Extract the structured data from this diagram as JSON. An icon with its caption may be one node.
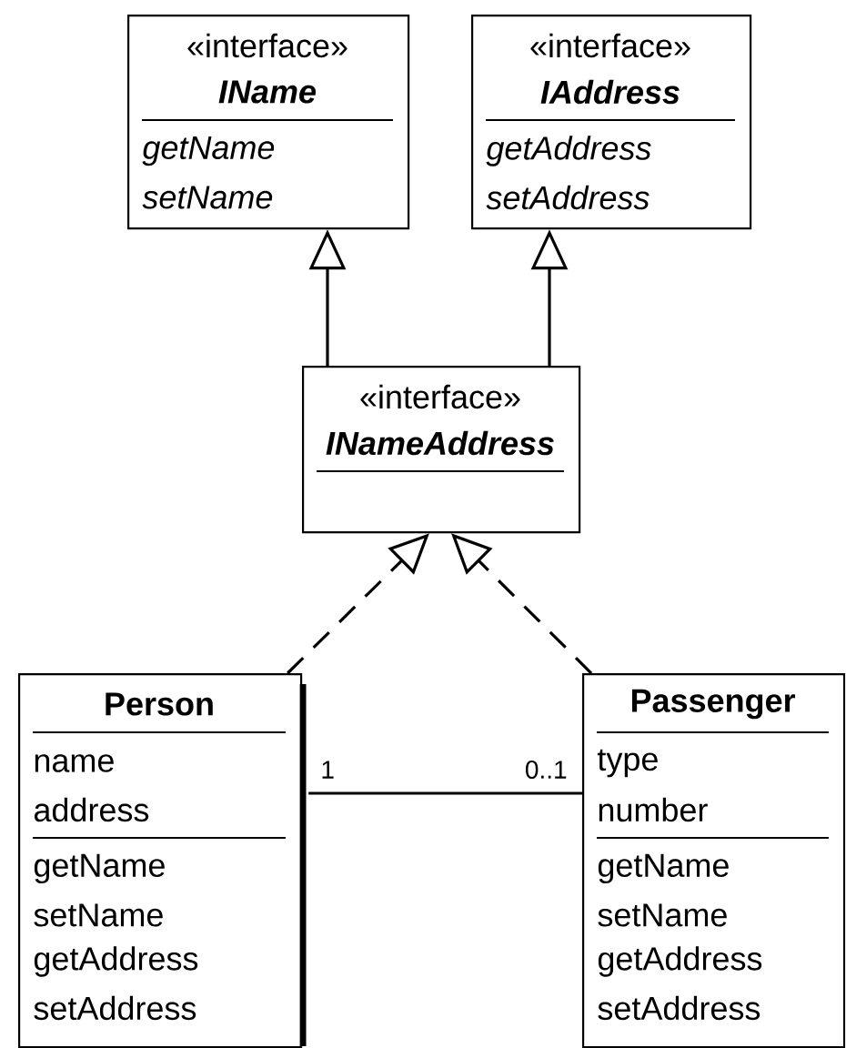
{
  "diagram": {
    "nodes": [
      {
        "text": [
          "«interface»",
          "IName",
          "getName",
          "setName"
        ]
      },
      {
        "text": [
          "«interface»",
          "IAddress",
          "getAddress",
          "setAddress"
        ]
      },
      {
        "text": [
          "«interface»",
          "INameAddress"
        ]
      },
      {
        "text": [
          "Person",
          "name",
          "address",
          "getName",
          "setName",
          "getAddress",
          "setAddress"
        ]
      },
      {
        "text": [
          "Passenger",
          "type",
          "number",
          "getName",
          "setName",
          "getAddress",
          "setAddress"
        ]
      }
    ],
    "edges": [
      {
        "from": 2,
        "to": 0,
        "arrow": "to"
      },
      {
        "from": 2,
        "to": 1,
        "arrow": "to"
      },
      {
        "from": 3,
        "to": 2,
        "arrow": "to",
        "style": "dashed"
      },
      {
        "from": 4,
        "to": 2,
        "arrow": "to",
        "style": "dashed"
      },
      {
        "from": 3,
        "to": 4,
        "arrow": "none"
      }
    ],
    "labels": [
      "1",
      "0..1"
    ]
  }
}
